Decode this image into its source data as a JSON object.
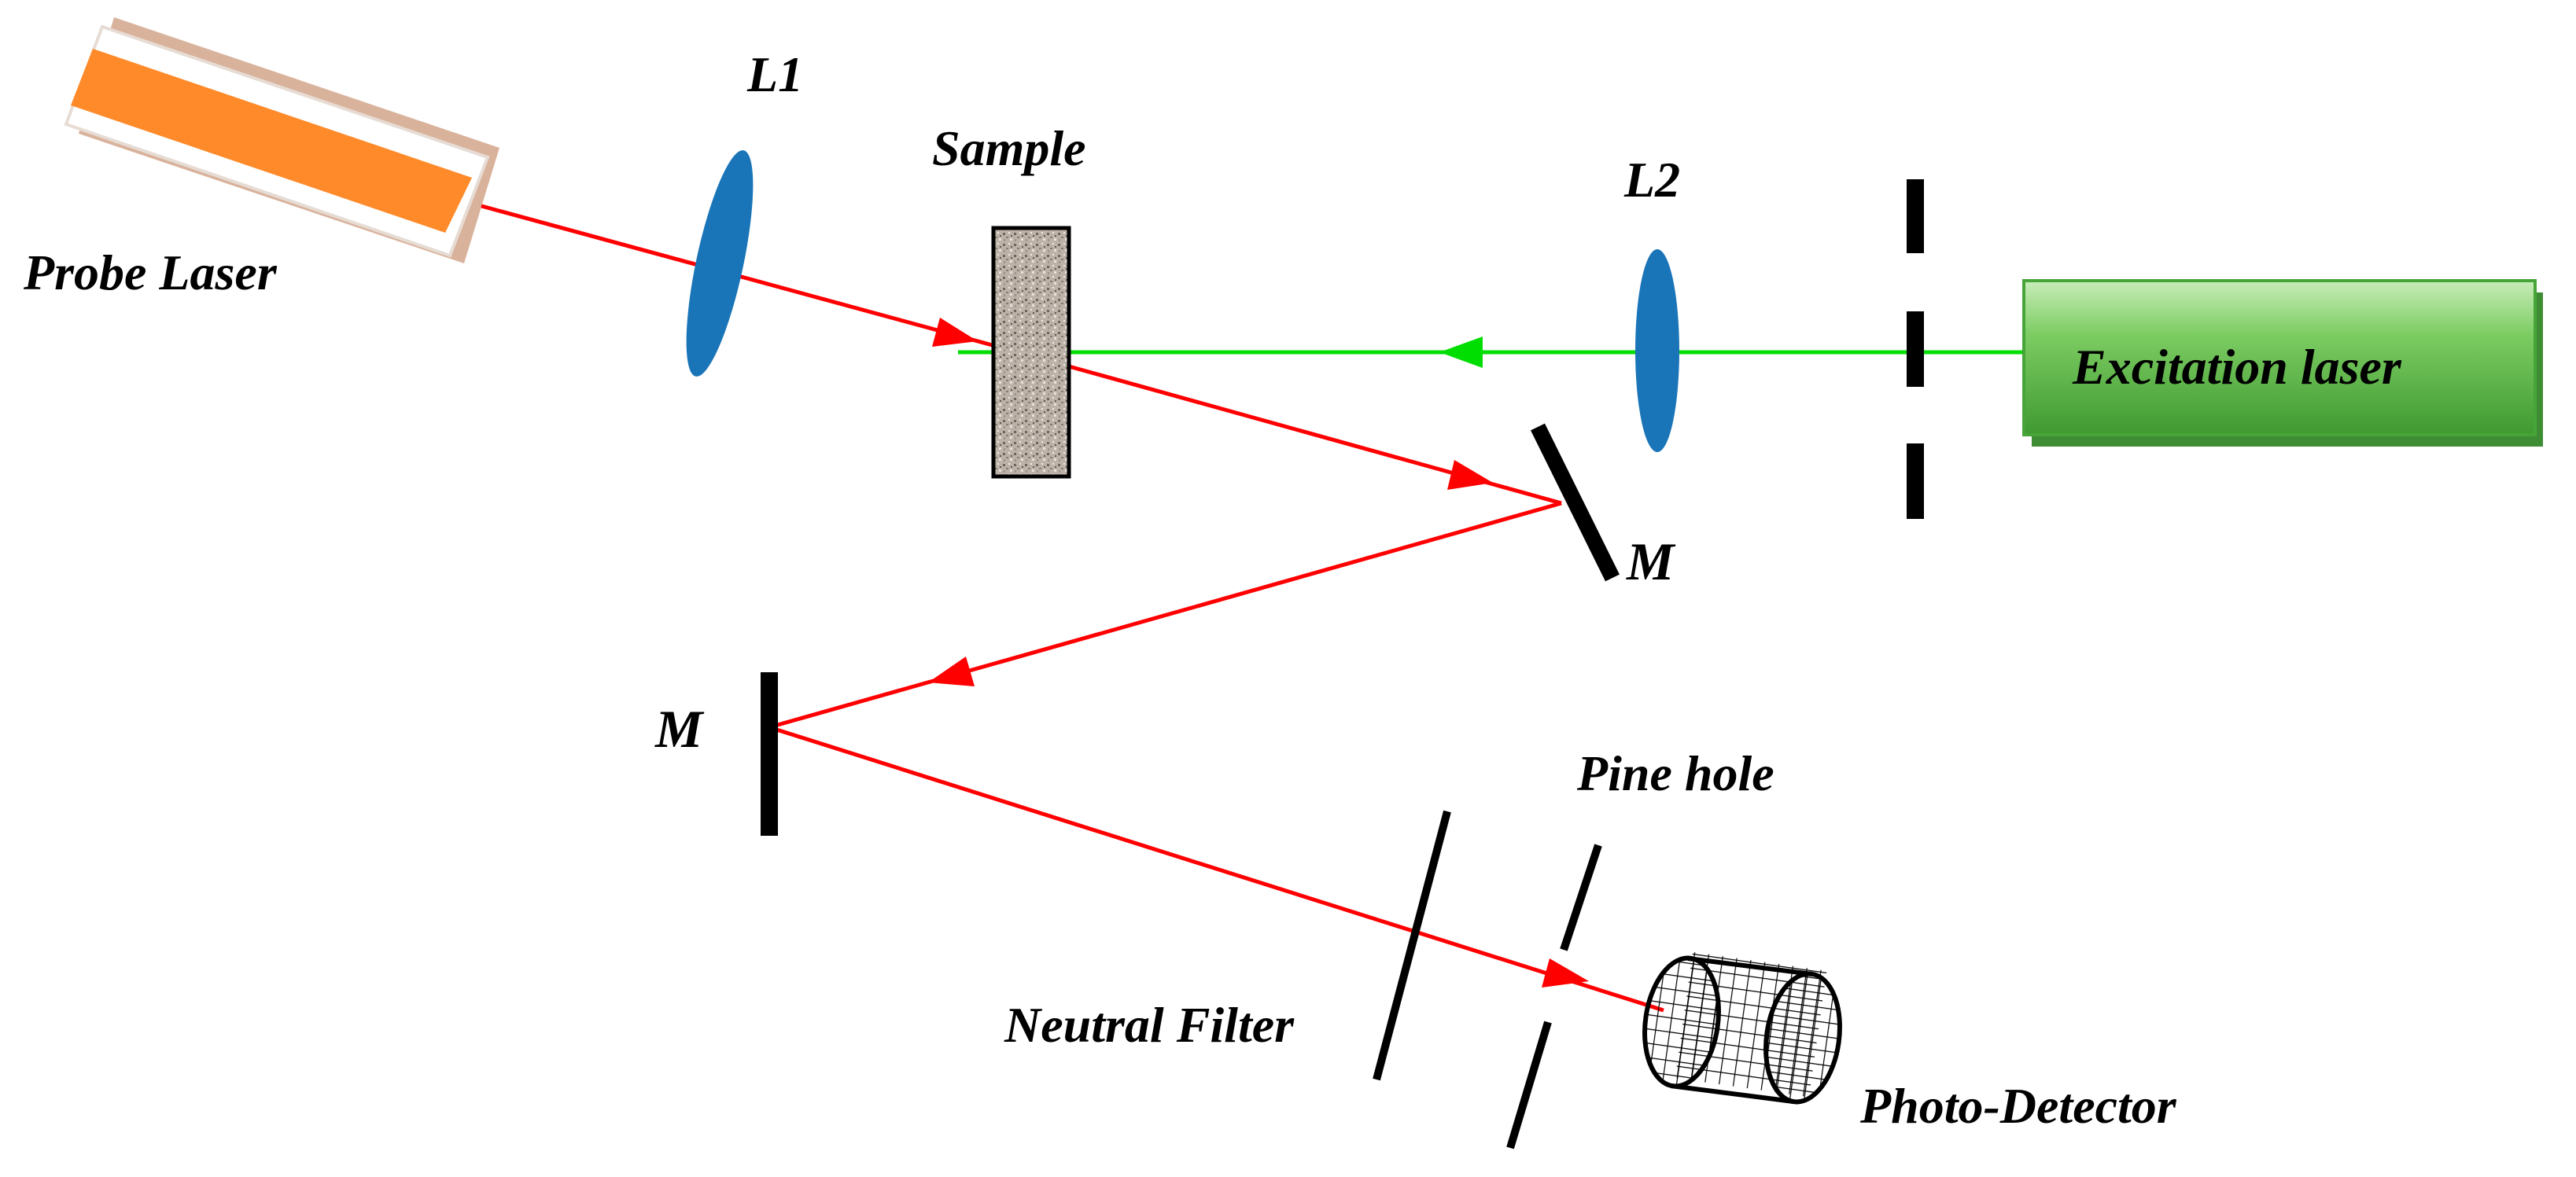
{
  "labels": {
    "probe_laser": "Probe Laser",
    "lens1": "L1",
    "sample": "Sample",
    "lens2": "L2",
    "excitation_laser": "Excitation laser",
    "mirror_upper": "M",
    "mirror_lower": "M",
    "pine_hole": "Pine hole",
    "neutral_filter": "Neutral Filter",
    "photo_detector": "Photo-Detector"
  },
  "colors": {
    "probe_beam": "#ff0000",
    "excitation_beam": "#00dd00",
    "probe_laser_body": "#ff8a2a",
    "lens": "#1a75b8",
    "excitation_laser_body": "#5fb94d",
    "sample_fill": "#b8ada3"
  }
}
